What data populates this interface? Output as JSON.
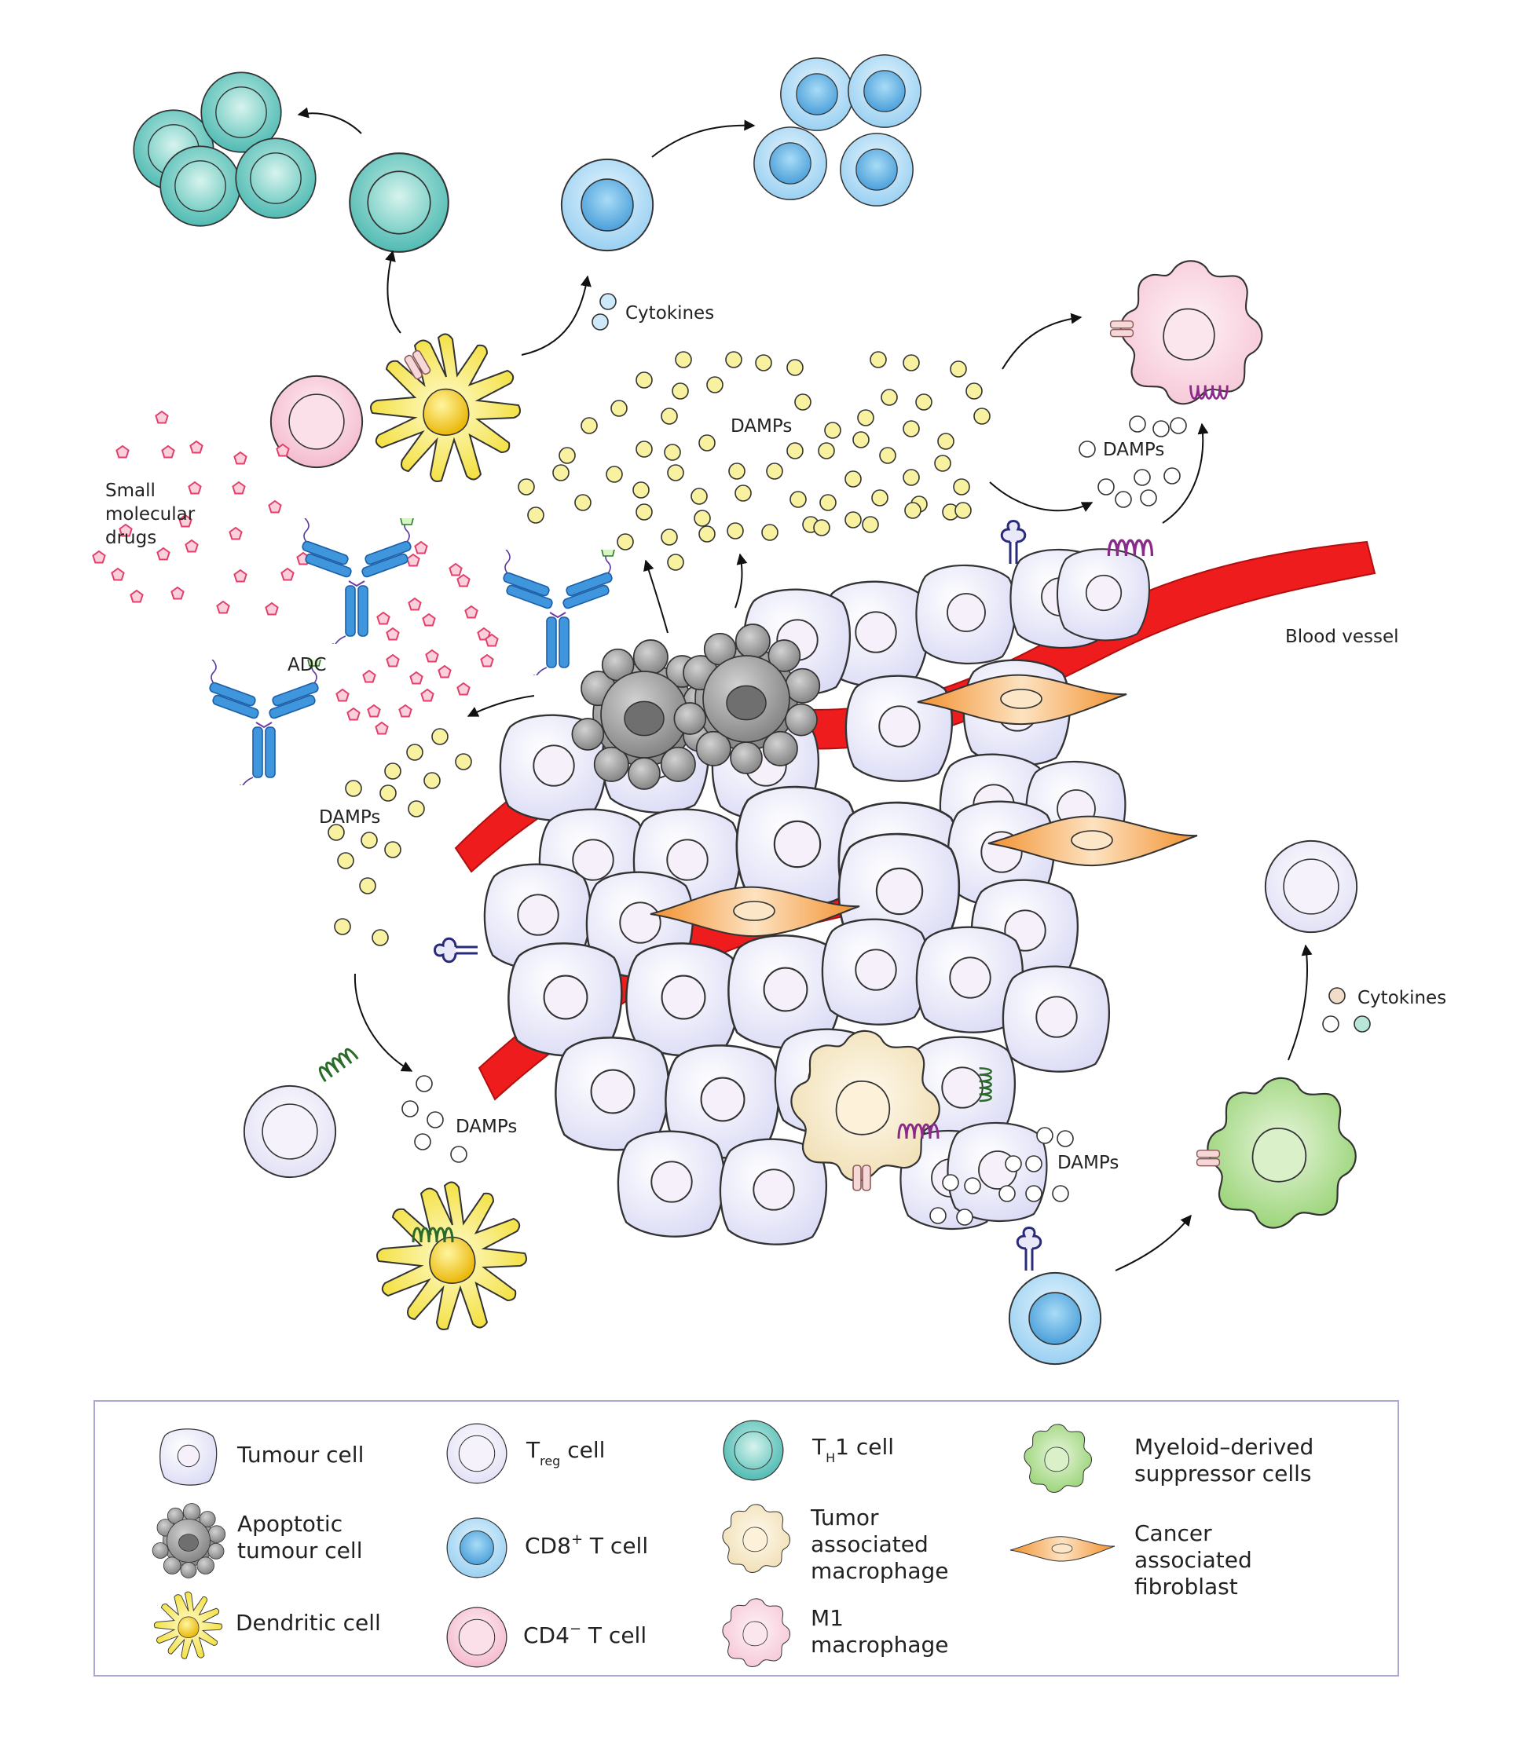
{
  "labels": {
    "cytokines_top": "Cytokines",
    "damps_center": "DAMPs",
    "damps_right": "DAMPs",
    "small_molecular_drugs": [
      "Small",
      "molecular",
      "drugs"
    ],
    "adc": "ADC",
    "blood_vessel": "Blood vessel",
    "damps_left": "DAMPs",
    "damps_bottom_left": "DAMPs",
    "damps_bottom_right": "DAMPs",
    "cytokines_bottom_right": "Cytokines"
  },
  "legend": {
    "tumour_cell": "Tumour cell",
    "apoptotic_tumour_cell": [
      "Apoptotic",
      "tumour cell"
    ],
    "dendritic_cell": "Dendritic cell",
    "treg_cell": {
      "main": "T",
      "sub": "reg",
      "rest": " cell"
    },
    "cd8_t_cell": {
      "main": "CD8",
      "sup": "+",
      "rest": " T cell"
    },
    "cd4_t_cell": {
      "main": "CD4",
      "sup": "−",
      "rest": " T cell"
    },
    "th1_cell": {
      "main": "T",
      "sub": "H",
      "rest": "1 cell"
    },
    "tumor_associated_macrophage": [
      "Tumor",
      "associated",
      "macrophage"
    ],
    "m1_macrophage": [
      "M1",
      "macrophage"
    ],
    "myeloid_derived_suppressor_cells": [
      "Myeloid–derived",
      "suppressor cells"
    ],
    "cancer_associated_fibroblast": [
      "Cancer",
      "associated",
      "fibroblast"
    ]
  },
  "colors": {
    "tumour": "#e6e6f8",
    "tumour_nucleus": "#f4eef8",
    "apoptotic": "#8c8c8c",
    "dendritic": "#f3e23a",
    "treg": "#ececf8",
    "cd8": "#7ec3ea",
    "cd4": "#f6c8d8",
    "th1": "#4cbcb4",
    "tam": "#f6e8c6",
    "m1": "#f8d6e0",
    "mdsc": "#a8d88a",
    "caf": "#f0a050",
    "blood_vessel": "#ee1c1c",
    "damps_yellow": "#f8f2a0",
    "drugs": "#ee5a80",
    "adc": "#3c8fd8"
  }
}
